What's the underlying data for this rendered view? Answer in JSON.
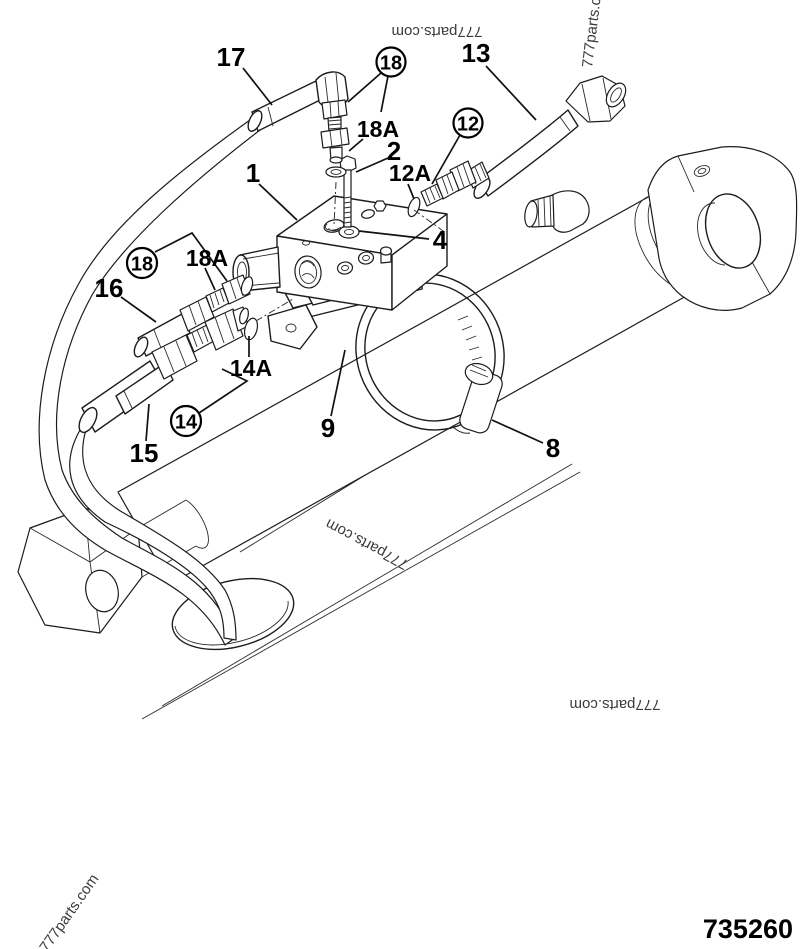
{
  "figure": {
    "part_number": "735260"
  },
  "watermarks": {
    "full": "777parts.com"
  },
  "callouts": {
    "1": "1",
    "2": "2",
    "4": "4",
    "8": "8",
    "9": "9",
    "12": "12",
    "12A": "12A",
    "13": "13",
    "14": "14",
    "14A": "14A",
    "15": "15",
    "16": "16",
    "17": "17",
    "18": "18",
    "18A": "18A"
  }
}
